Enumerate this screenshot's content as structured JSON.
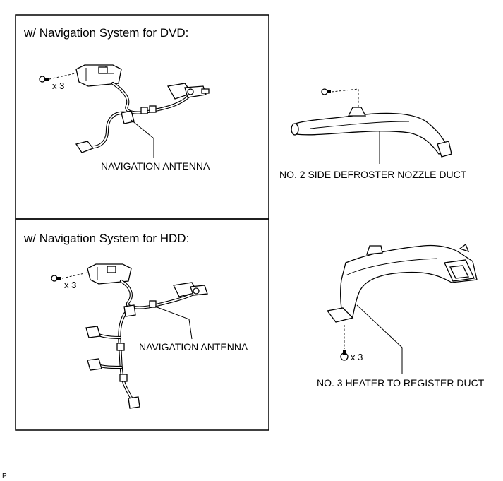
{
  "panels": {
    "dvd": {
      "title": "w/ Navigation System for DVD:",
      "qty": "x 3",
      "part_label": "NAVIGATION ANTENNA"
    },
    "hdd": {
      "title": "w/ Navigation System for HDD:",
      "qty": "x 3",
      "part_label": "NAVIGATION ANTENNA"
    }
  },
  "defroster": {
    "part_label": "NO. 2 SIDE DEFROSTER NOZZLE DUCT"
  },
  "heater": {
    "part_label": "NO. 3 HEATER TO REGISTER DUCT",
    "qty": "x 3"
  },
  "corner_mark": "P"
}
